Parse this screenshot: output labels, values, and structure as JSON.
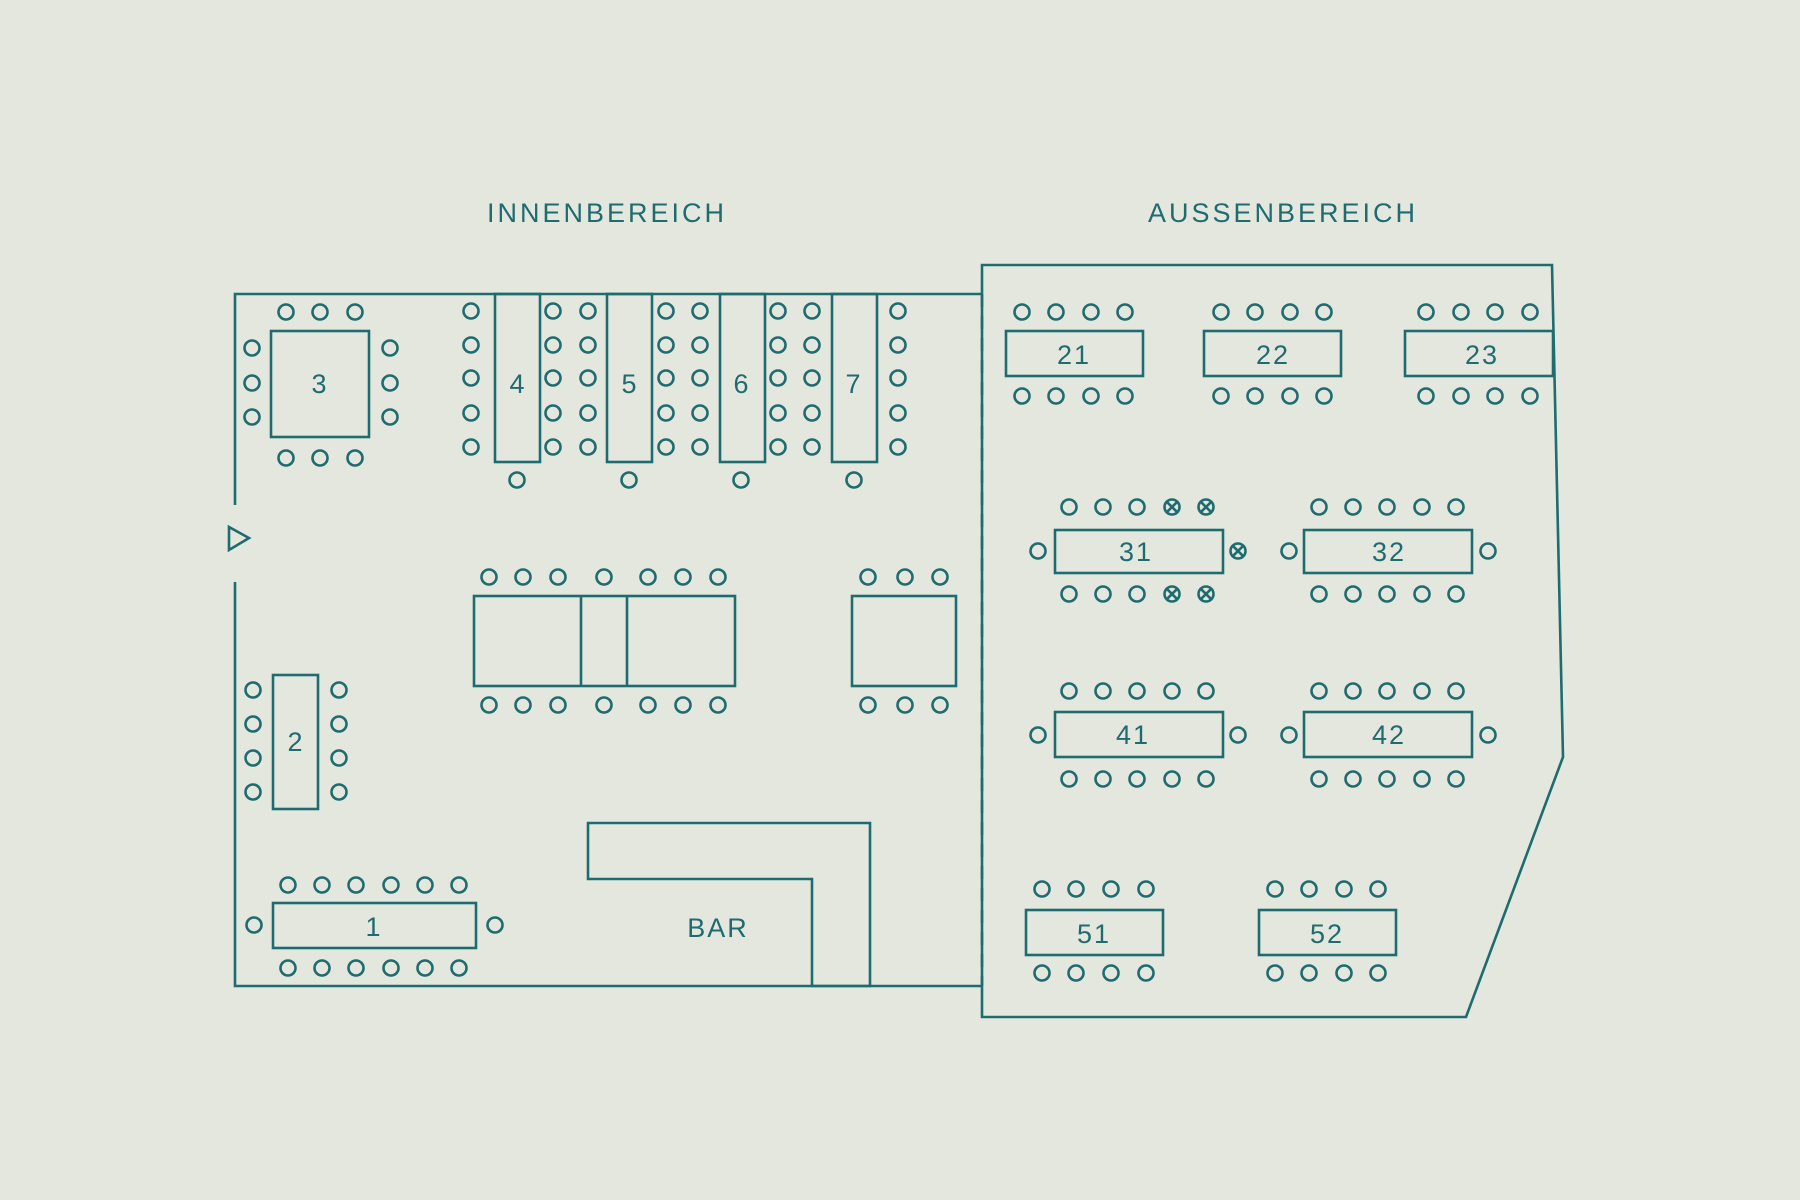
{
  "colors": {
    "background": "#e4e7de",
    "ink": "#1e6b70"
  },
  "areas": {
    "indoor": "INNENBEREICH",
    "outdoor": "AUSSENBEREICH"
  },
  "bar": {
    "label": "BAR"
  },
  "entrance": {
    "icon": "entrance-triangle-icon"
  },
  "tables": {
    "t1": "1",
    "t2": "2",
    "t3": "3",
    "t4": "4",
    "t5": "5",
    "t6": "6",
    "t7": "7",
    "t21": "21",
    "t22": "22",
    "t23": "23",
    "t31": "31",
    "t32": "32",
    "t41": "41",
    "t42": "42",
    "t51": "51",
    "t52": "52"
  },
  "seat_icons": {
    "free": "seat-circle-icon",
    "unavailable": "seat-crossed-icon"
  }
}
